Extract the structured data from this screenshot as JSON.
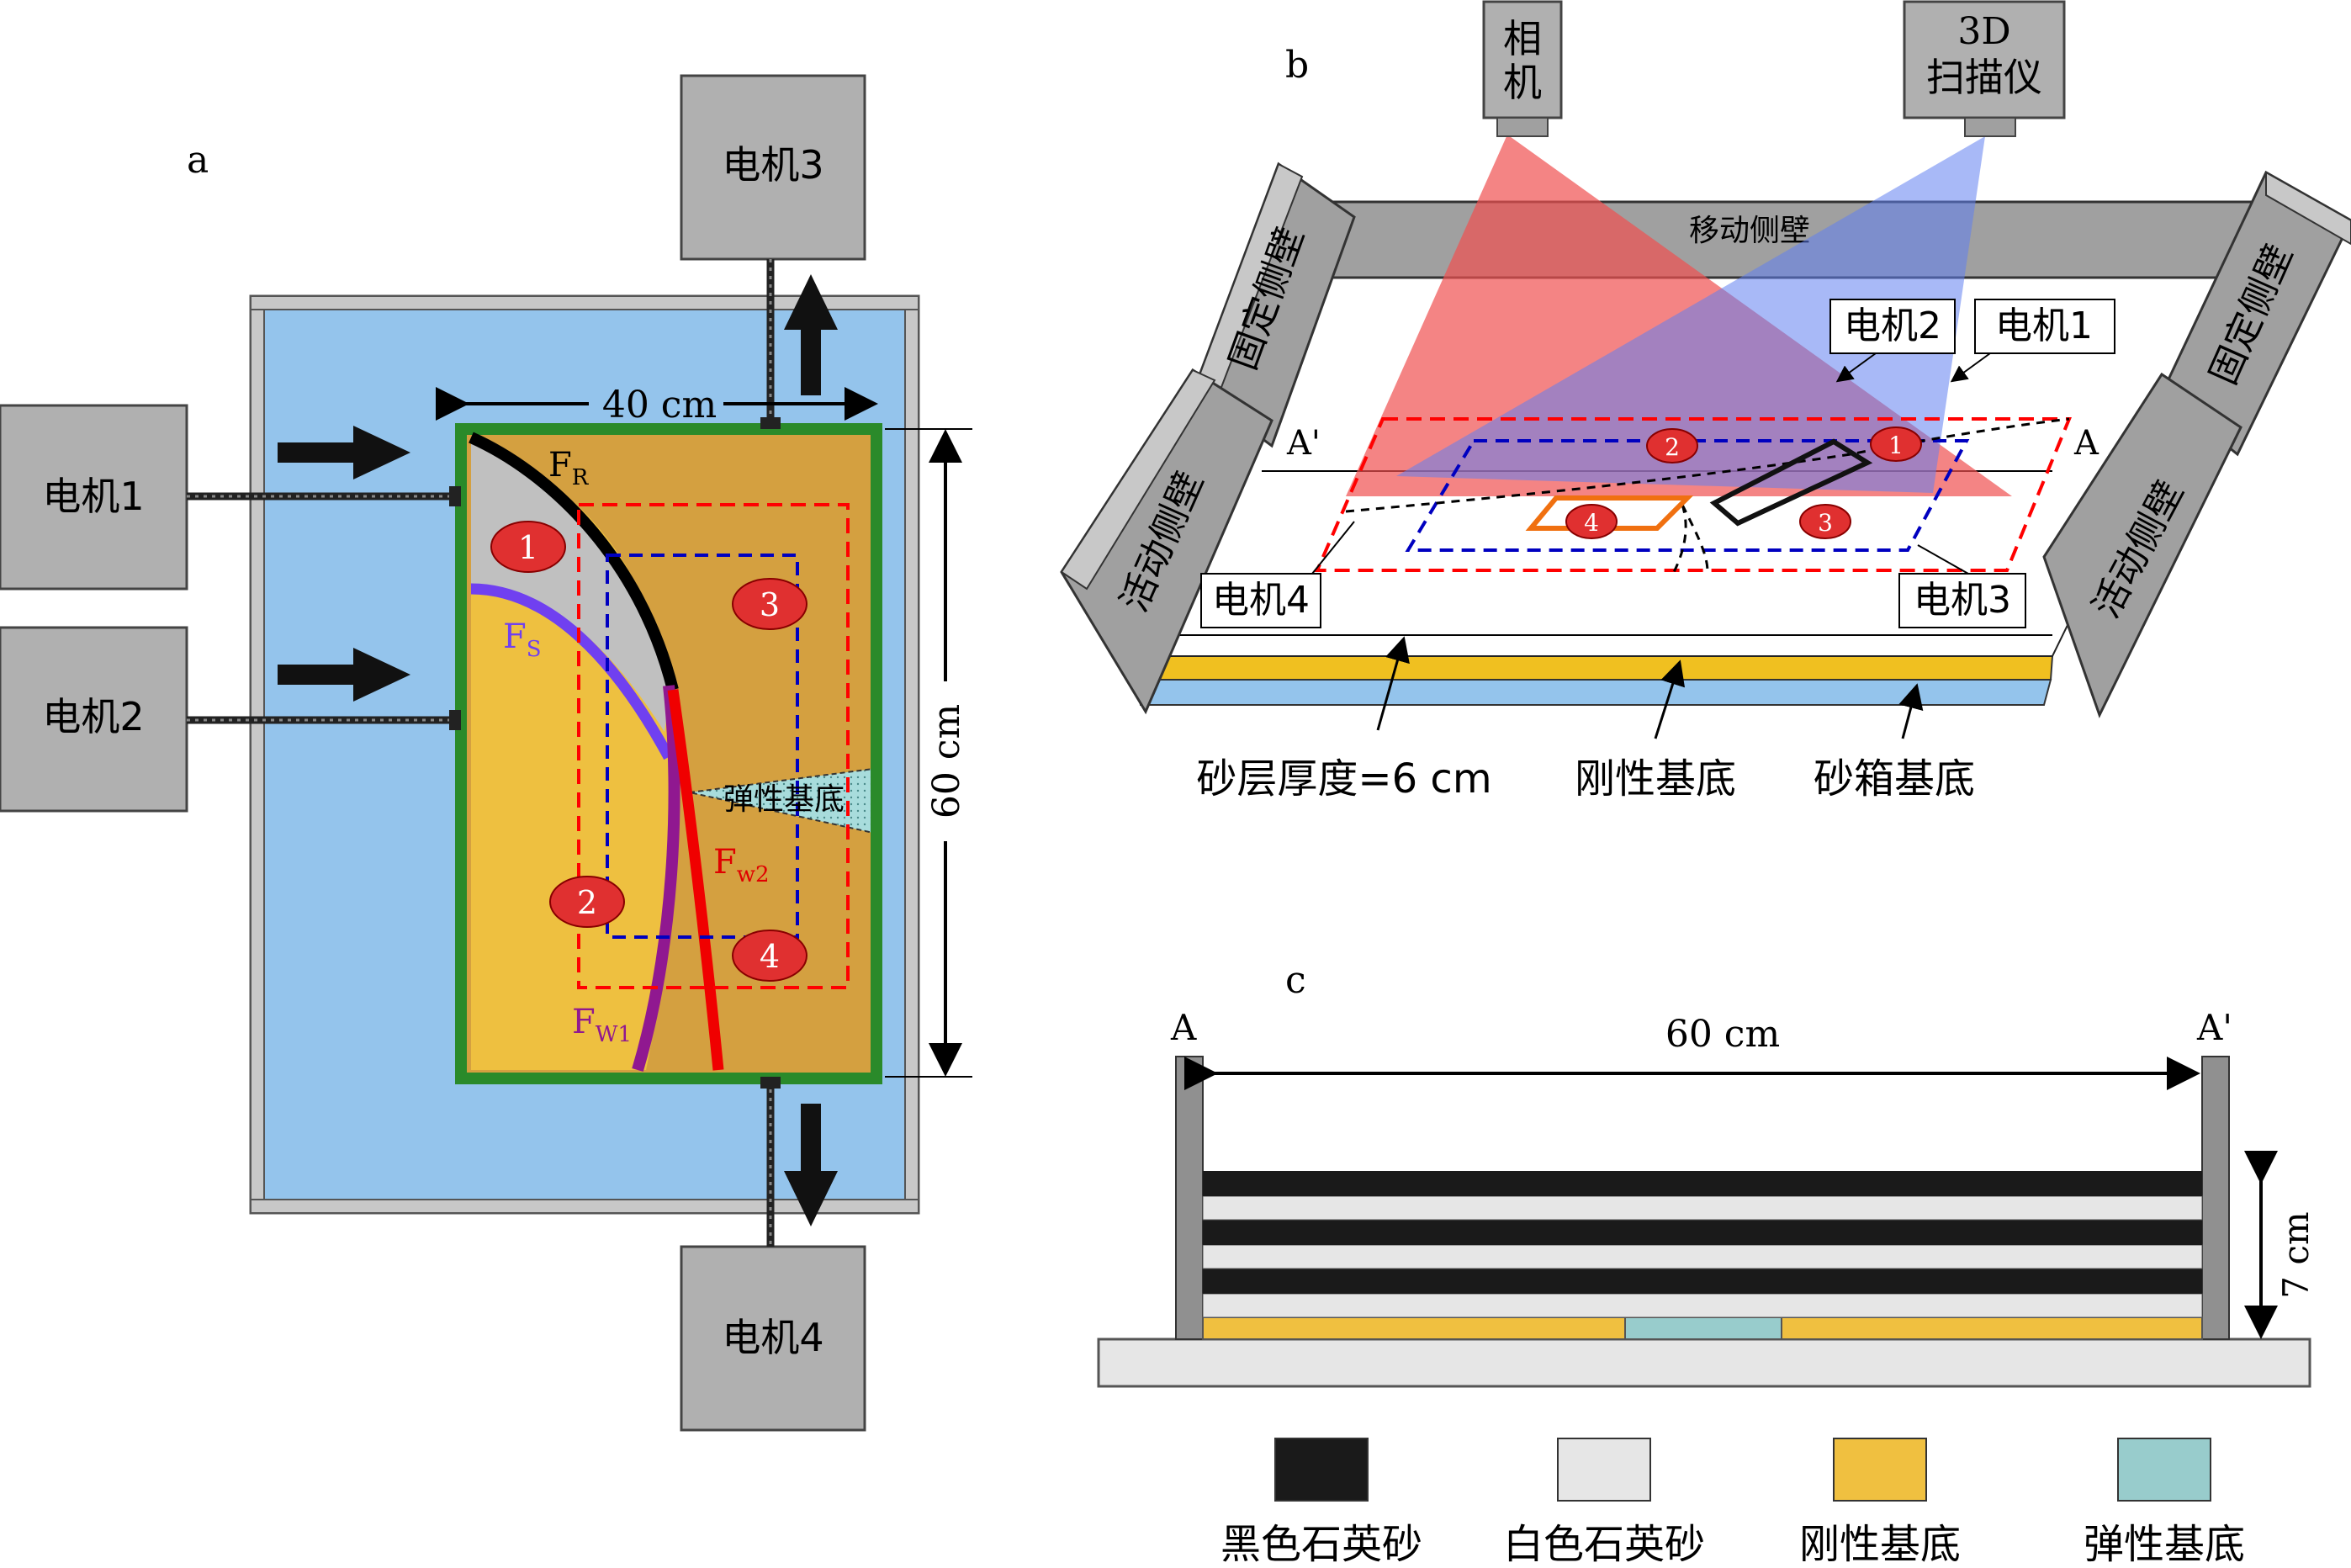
{
  "panels": {
    "a": {
      "label": "a",
      "motors": [
        "电机1",
        "电机2",
        "电机3",
        "电机4"
      ],
      "dim_width": "40 cm",
      "dim_height": "60 cm",
      "faults": {
        "fr": "F",
        "fr_sub": "R",
        "fs": "F",
        "fs_sub": "S",
        "fw1": "F",
        "fw1_sub": "W1",
        "fw2": "F",
        "fw2_sub": "w2"
      },
      "elastic_base": "弹性基底",
      "markers": [
        "1",
        "2",
        "3",
        "4"
      ]
    },
    "b": {
      "label": "b",
      "camera": [
        "相",
        "机"
      ],
      "scanner": [
        "3D",
        "扫描仪"
      ],
      "moving_wall": "移动侧壁",
      "fixed_wall": "固定侧壁",
      "active_wall": "活动侧壁",
      "motors": [
        "电机1",
        "电机2",
        "电机3",
        "电机4"
      ],
      "section_a": "A",
      "section_a_prime": "A'",
      "markers": [
        "1",
        "2",
        "3",
        "4"
      ],
      "bottom_labels": [
        "砂层厚度=6 cm",
        "刚性基底",
        "砂箱基底"
      ]
    },
    "c": {
      "label": "c",
      "section_a": "A",
      "section_a_prime": "A'",
      "dim_width": "60 cm",
      "dim_height": "7 cm"
    }
  },
  "legend": [
    {
      "label": "黑色石英砂",
      "color": "#1a1a1a"
    },
    {
      "label": "白色石英砂",
      "color": "#e6e6e6"
    },
    {
      "label": "刚性基底",
      "color": "#f0c040"
    },
    {
      "label": "弹性基底",
      "color": "#98cccc"
    }
  ],
  "colors": {
    "motor_box": "#b0b0b0",
    "water_blue": "#94c4ec",
    "sand_dark": "#d4a040",
    "sand_light": "#eec040",
    "frame_green": "#2a8a2a",
    "red_beam": "#f06060",
    "blue_beam": "#7a9cf0",
    "marker_red": "#e03030"
  }
}
